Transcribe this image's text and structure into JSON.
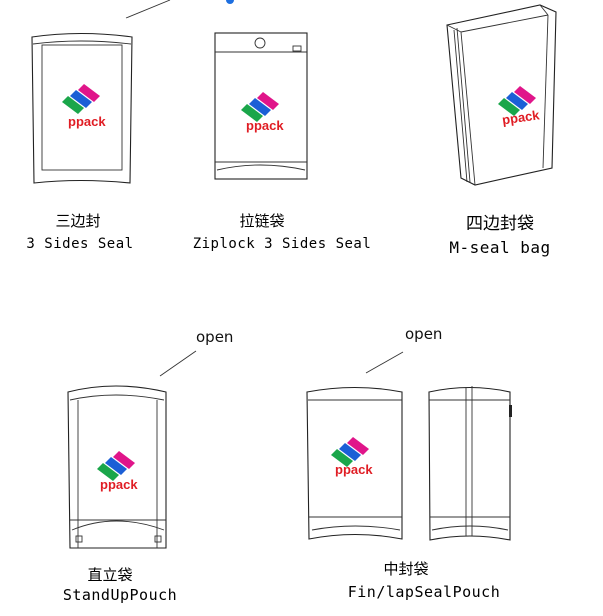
{
  "colors": {
    "logo_green": "#1aa64a",
    "logo_blue": "#1b5fd6",
    "logo_magenta": "#e0158a",
    "logo_text": "#e01d24",
    "dot_blue": "#1e6fe0"
  },
  "logo_text": "ppack",
  "bags": [
    {
      "zh": "三边封",
      "en": "3 Sides Seal"
    },
    {
      "zh": "拉链袋",
      "en": "Ziplock 3 Sides Seal"
    },
    {
      "zh": "四边封袋",
      "en": "M-seal bag"
    },
    {
      "zh": "直立袋",
      "en": "StandUpPouch"
    },
    {
      "zh": "中封袋",
      "en": "Fin/lapSealPouch"
    }
  ],
  "open_labels": [
    "open",
    "open"
  ]
}
